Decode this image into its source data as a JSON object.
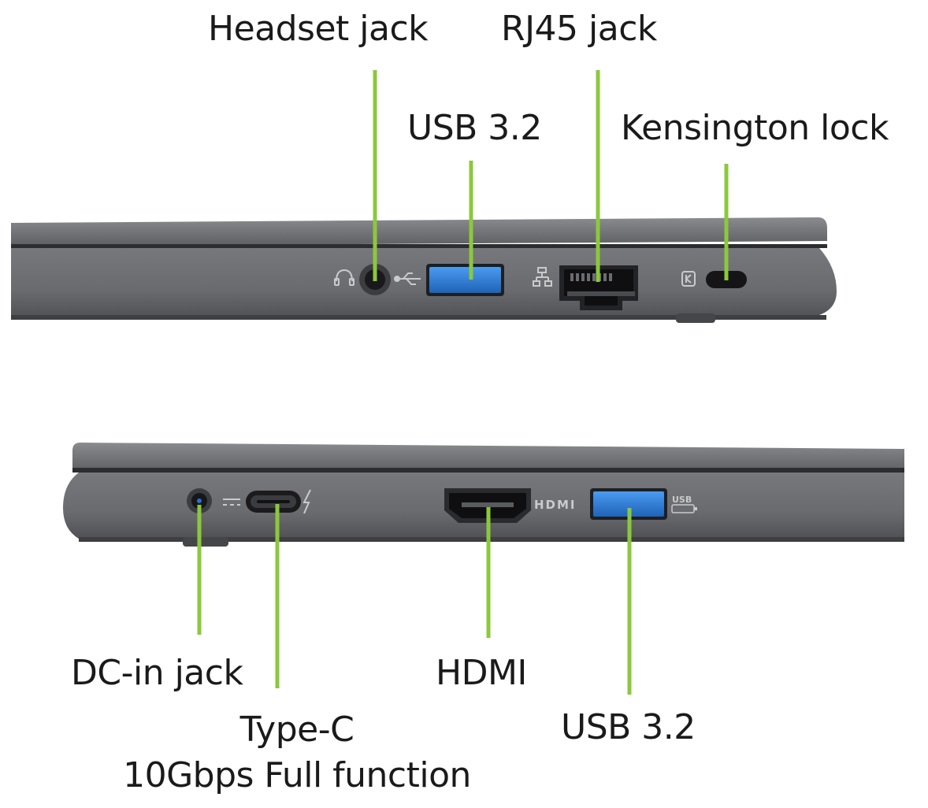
{
  "right_side": {
    "labels": {
      "headset_jack": "Headset jack",
      "rj45_jack": "RJ45 jack",
      "usb_top": "USB 3.2",
      "kensington_lock": "Kensington lock"
    }
  },
  "left_side": {
    "labels": {
      "dc_in_jack": "DC-in jack",
      "type_c_line1": "Type-C",
      "type_c_line2": "10Gbps Full function",
      "hdmi": "HDMI",
      "usb_bottom": "USB 3.2"
    },
    "port_marking_hdmi": "HDMI",
    "port_marking_usb": "USB"
  },
  "colors": {
    "callout_line": "#8cc83c",
    "chassis": "#6e6f73",
    "chassis_dark": "#4a4b4f",
    "usb_blue": "#2f7fd6",
    "port_black": "#1b1b1d"
  },
  "icons": [
    "headset-icon",
    "usb-icon",
    "network-icon",
    "kensington-icon",
    "dc-power-icon",
    "thunderbolt-icon",
    "hdmi-marking",
    "usb-marking"
  ]
}
